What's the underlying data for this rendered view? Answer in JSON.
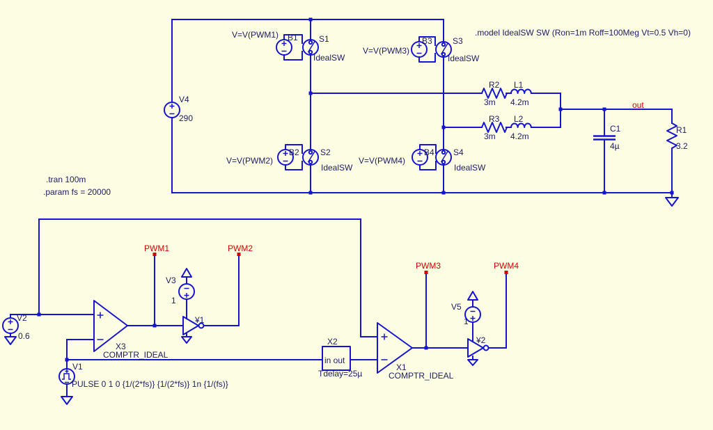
{
  "colors": {
    "background": "#fdfde3",
    "wire": "#1414d2",
    "label_text": "#1c1c64",
    "net_label": "#d80000"
  },
  "directives": {
    "model": ".model IdealSW SW (Ron=1m Roff=100Meg Vt=0.5 Vh=0)",
    "tran": ".tran 100m",
    "param": ".param fs = 20000"
  },
  "bridge": {
    "v4": {
      "name": "V4",
      "value": "290"
    },
    "b1": {
      "name": "B1",
      "ctrl": "V=V(PWM1)"
    },
    "s1": {
      "name": "S1",
      "model": "IdealSW"
    },
    "b2": {
      "name": "B2",
      "ctrl": "V=V(PWM2)"
    },
    "s2": {
      "name": "S2",
      "model": "IdealSW"
    },
    "b3": {
      "name": "B3",
      "ctrl": "V=V(PWM3)"
    },
    "s3": {
      "name": "S3",
      "model": "IdealSW"
    },
    "b4": {
      "name": "B4",
      "ctrl": "V=V(PWM4)"
    },
    "s4": {
      "name": "S4",
      "model": "IdealSW"
    }
  },
  "filter": {
    "r2": {
      "name": "R2",
      "value": "3m"
    },
    "l1": {
      "name": "L1",
      "value": "4.2m"
    },
    "r3": {
      "name": "R3",
      "value": "3m"
    },
    "l2": {
      "name": "L2",
      "value": "4.2m"
    },
    "c1": {
      "name": "C1",
      "value": "4µ"
    },
    "r1": {
      "name": "R1",
      "value": "3.2"
    }
  },
  "nets": {
    "out": "out",
    "pwm1": "PWM1",
    "pwm2": "PWM2",
    "pwm3": "PWM3",
    "pwm4": "PWM4"
  },
  "control": {
    "v2": {
      "name": "V2",
      "value": "0.6"
    },
    "v1": {
      "name": "V1",
      "value": "PULSE 0 1 0 {1/(2*fs)} {1/(2*fs)} 1n {1/(fs)}"
    },
    "v3": {
      "name": "V3",
      "value": "1"
    },
    "v5": {
      "name": "V5",
      "value": "1"
    },
    "x3": {
      "name": "X3",
      "subckt": "COMPTR_IDEAL"
    },
    "x1": {
      "name": "X1",
      "subckt": "COMPTR_IDEAL"
    },
    "x2": {
      "name": "X2",
      "ports": "in out",
      "param": "Tdelay=25µ"
    },
    "y1": {
      "name": "¥1"
    },
    "y2": {
      "name": "¥2"
    }
  }
}
